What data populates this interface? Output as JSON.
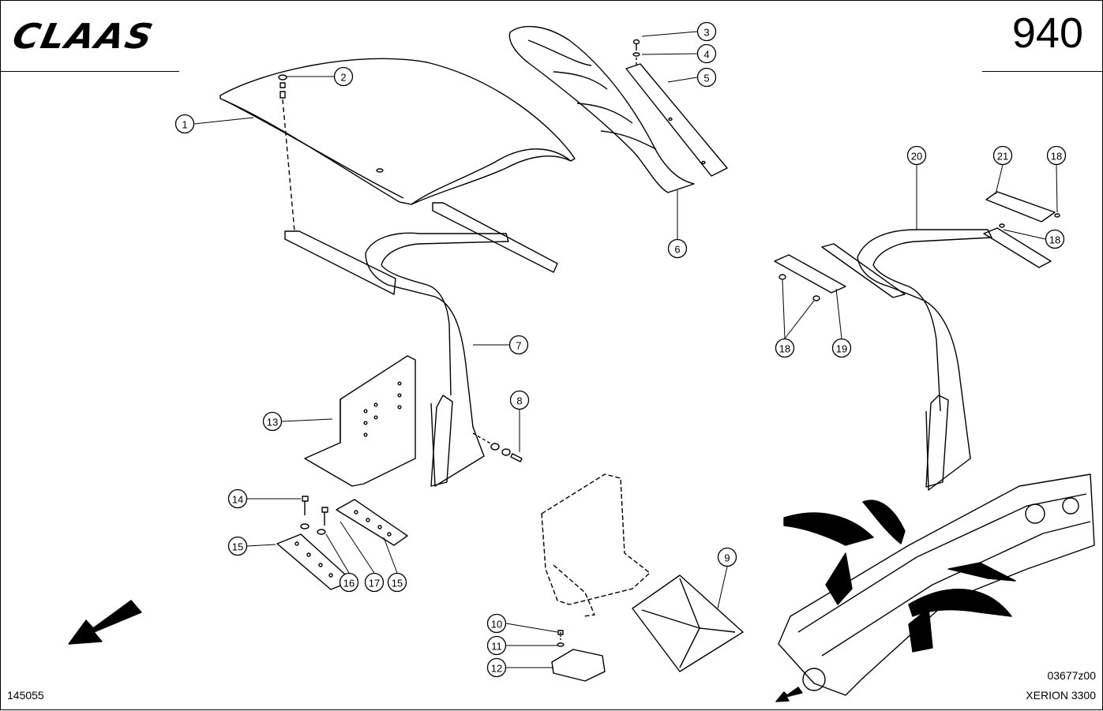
{
  "header": {
    "brand_logo": "CLAAS",
    "page_number": "940"
  },
  "footer": {
    "illustration_code": "145055",
    "drawing_code": "03677z00",
    "model": "XERION 3300"
  },
  "callouts": [
    "1",
    "2",
    "3",
    "4",
    "5",
    "6",
    "7",
    "8",
    "9",
    "10",
    "11",
    "12",
    "13",
    "14",
    "15",
    "15",
    "16",
    "17",
    "18",
    "18",
    "18",
    "19",
    "20",
    "21"
  ],
  "icons": {
    "front_direction": "arrow-front-left-icon",
    "overview_direction": "arrow-small-front-left-icon"
  }
}
